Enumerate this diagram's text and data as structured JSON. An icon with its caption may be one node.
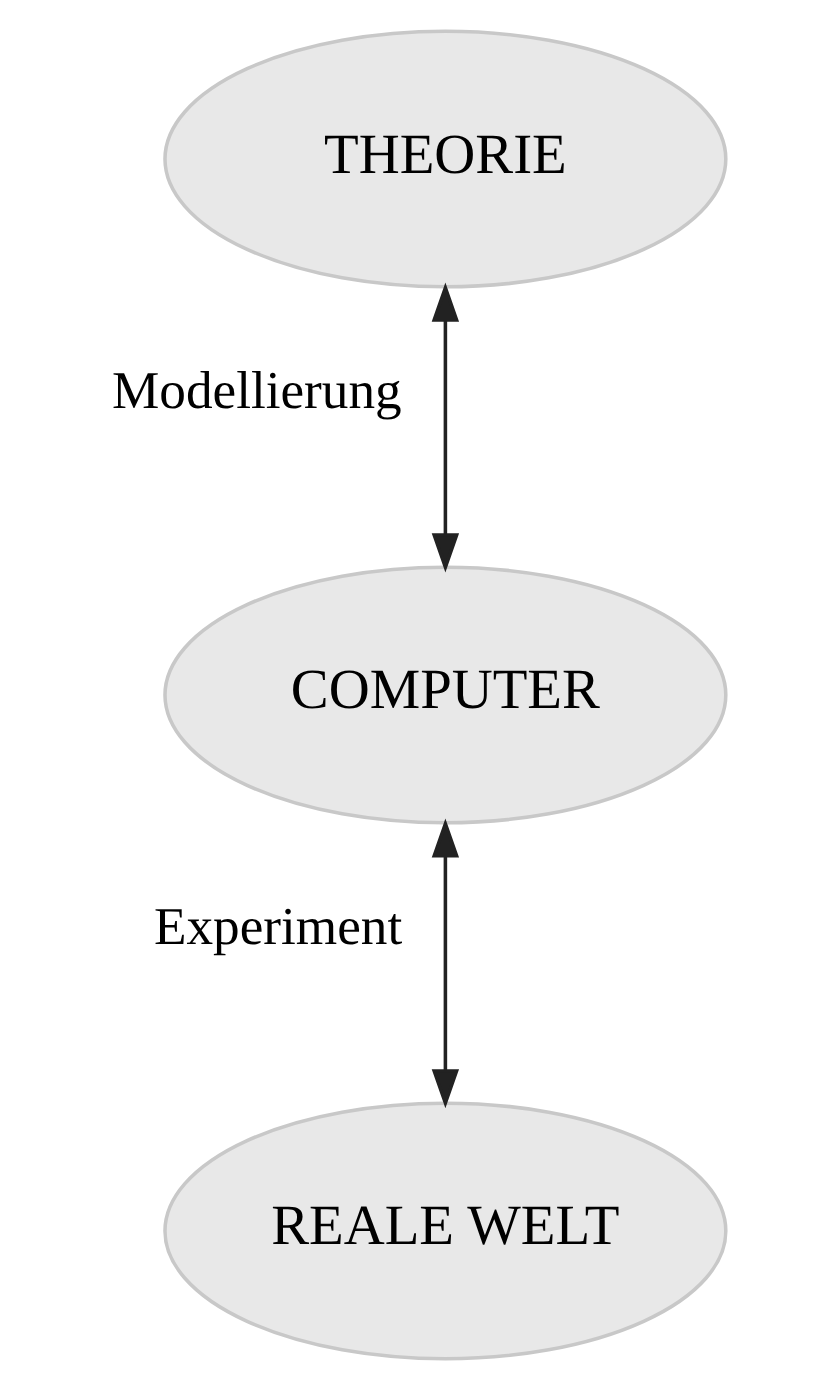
{
  "diagram": {
    "nodes": [
      {
        "text": [
          "THEORIE"
        ]
      },
      {
        "text": [
          "COMPUTER"
        ]
      },
      {
        "text": [
          "REALE WELT"
        ]
      }
    ],
    "edges": [
      {
        "from": 0,
        "to": 1,
        "arrow": "both",
        "label": "Modellierung"
      },
      {
        "from": 1,
        "to": 2,
        "arrow": "both",
        "label": "Experiment"
      }
    ]
  }
}
